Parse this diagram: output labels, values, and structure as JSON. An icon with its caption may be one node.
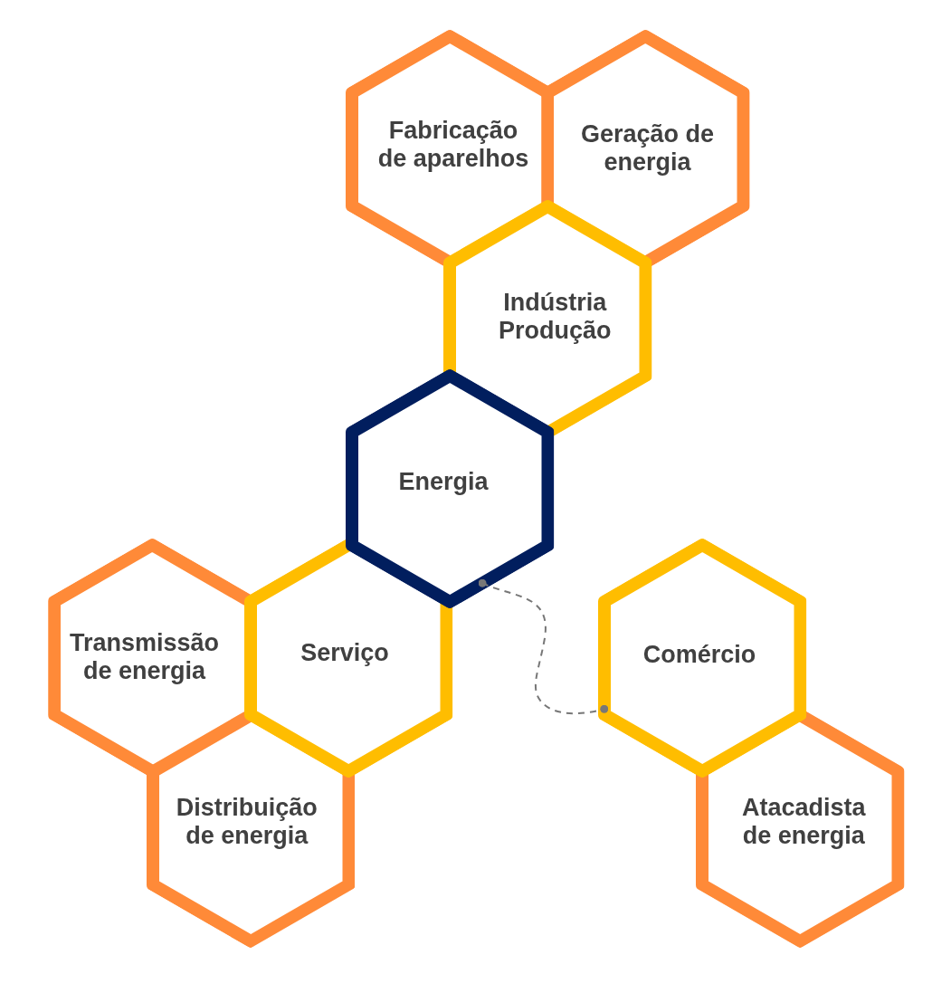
{
  "diagram": {
    "nodes": [
      {
        "text": [
          "Fabricação de aparelhos"
        ]
      },
      {
        "text": [
          "Geração de energia"
        ]
      },
      {
        "text": [
          "Indústria Produção"
        ]
      },
      {
        "text": [
          "Energia"
        ]
      },
      {
        "text": [
          "Transmissão de energia"
        ]
      },
      {
        "text": [
          "Serviço"
        ]
      },
      {
        "text": [
          "Distribuição de energia"
        ]
      },
      {
        "text": [
          "Comércio"
        ]
      },
      {
        "text": [
          "Atacadista de energia"
        ]
      }
    ],
    "edges": [
      {
        "from": 3,
        "to": 7,
        "arrow": "other",
        "style": "dashed"
      }
    ]
  }
}
